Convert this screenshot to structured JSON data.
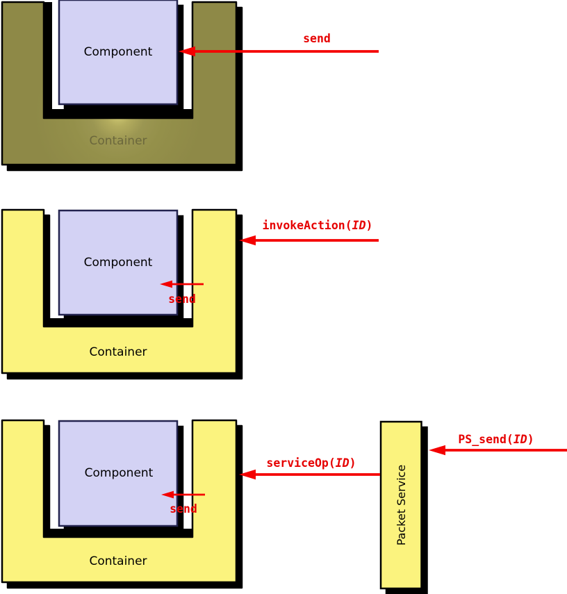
{
  "colors": {
    "red_text": "#e60000",
    "red_line": "#f40000",
    "container_olive": "#949048",
    "container_olive_light": "#d0c973",
    "container_yellow": "#fbf37e",
    "component_fill": "#d3d2f4",
    "component_border": "#23234f",
    "outline_black": "#000000",
    "text_black": "#000000",
    "container_top_label_color": "#6b673c"
  },
  "top_diagram": {
    "component_label": "Component",
    "container_label": "Container",
    "send_arrow_label": "send"
  },
  "middle_diagram": {
    "component_label": "Component",
    "container_label": "Container",
    "send_arrow_label": "send",
    "invoke_arrow_label": {
      "prefix": "invokeAction(",
      "arg": "ID",
      "suffix": ")"
    }
  },
  "bottom_diagram": {
    "component_label": "Component",
    "container_label": "Container",
    "send_arrow_label": "send",
    "service_arrow_label": {
      "prefix": "serviceOp(",
      "arg": "ID",
      "suffix": ")"
    },
    "ps_send_arrow_label": {
      "prefix": "PS_send(",
      "arg": "ID",
      "suffix": ")"
    },
    "packet_service_label": "Packet Service"
  }
}
